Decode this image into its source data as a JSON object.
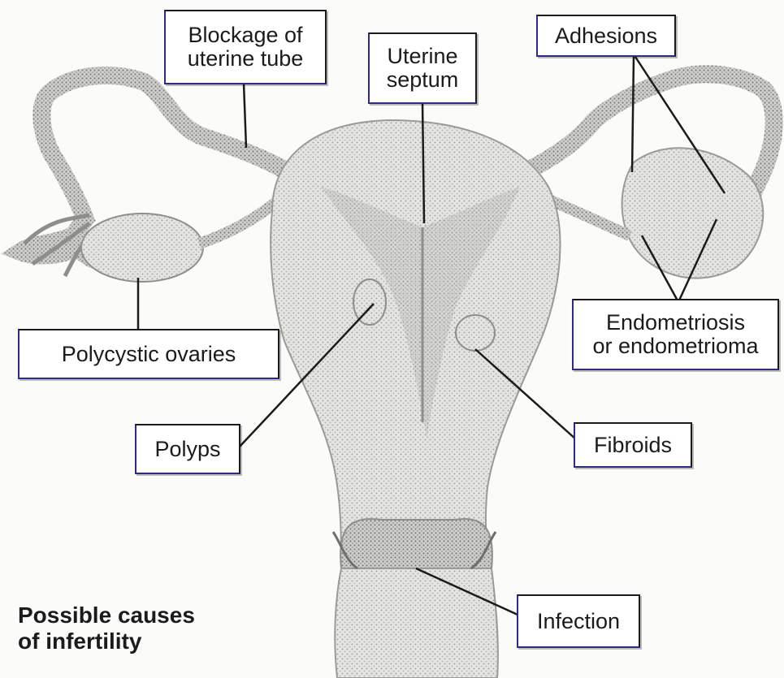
{
  "labels": {
    "blockage": [
      "Blockage of",
      "uterine tube"
    ],
    "septum": [
      "Uterine",
      "septum"
    ],
    "adhesions": "Adhesions",
    "polycystic": "Polycystic ovaries",
    "endometriosis": [
      "Endometriosis",
      "or endometrioma"
    ],
    "polyps": "Polyps",
    "fibroids": "Fibroids",
    "infection": "Infection"
  },
  "caption": [
    "Possible causes",
    "of infertility"
  ],
  "colors": {
    "box_border": "#2e2a8c",
    "ink": "#1b1b1b",
    "tissue": "#d6d6d2"
  }
}
